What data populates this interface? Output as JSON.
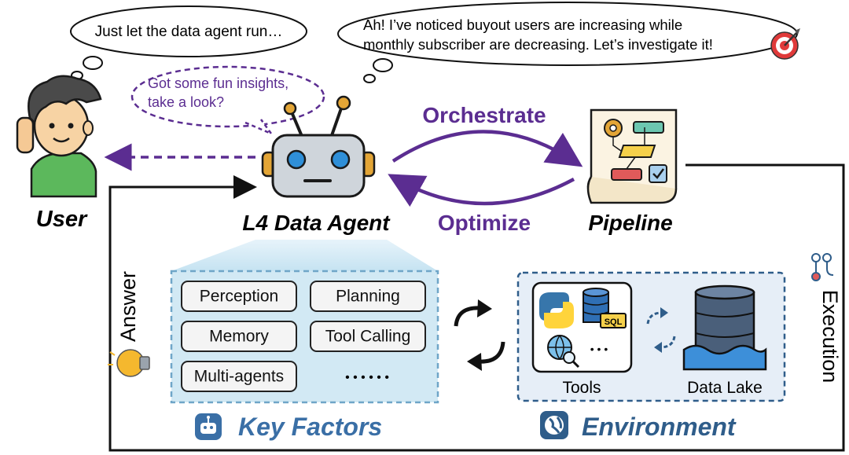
{
  "bubbles": {
    "user_thought": "Just let the data agent run…",
    "agent_thought_line1": "Ah! I’ve noticed buyout users are increasing while",
    "agent_thought_line2": "monthly subscriber are decreasing. Let’s investigate it!",
    "agent_to_user_line1": "Got some fun insights,",
    "agent_to_user_line2": "take a look?"
  },
  "labels": {
    "user": "User",
    "agent": "L4 Data Agent",
    "pipeline": "Pipeline",
    "orchestrate": "Orchestrate",
    "optimize": "Optimize",
    "answer": "Answer",
    "execution": "Execution",
    "key_factors": "Key Factors",
    "environment": "Environment",
    "tools": "Tools",
    "data_lake": "Data Lake",
    "sql": "SQL",
    "ellipsis_short": "• • •",
    "ellipsis_long": "• • • • • •"
  },
  "key_factors": [
    "Perception",
    "Planning",
    "Memory",
    "Tool Calling",
    "Multi-agents"
  ],
  "colors": {
    "purple": "#5b2d91",
    "blue_title": "#3a6fa6",
    "env_border": "#2f5d8a",
    "key_border": "#6fa6c8",
    "key_fill": "#cfe7f3",
    "env_fill": "#e5eef8"
  },
  "icons": [
    "user-avatar-icon",
    "robot-icon",
    "pipeline-doc-icon",
    "target-icon",
    "lightbulb-icon",
    "execution-flow-icon",
    "python-icon",
    "database-icon",
    "globe-search-icon",
    "data-lake-icon",
    "robot-badge-icon",
    "globe-badge-icon"
  ]
}
